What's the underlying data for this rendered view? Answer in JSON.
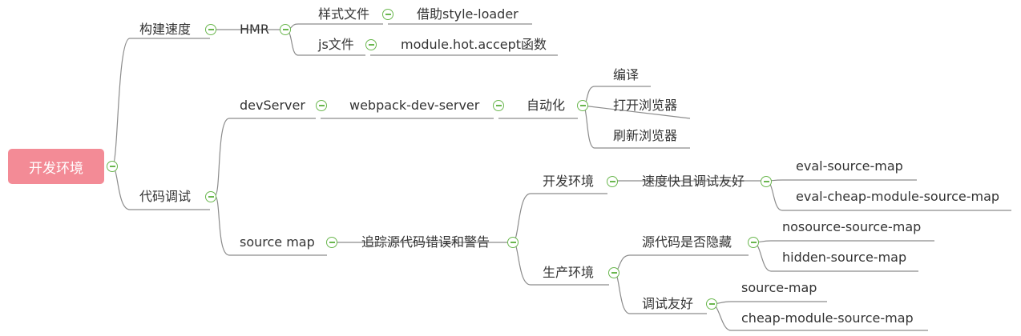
{
  "root": {
    "label": "开发环境"
  },
  "branches": {
    "build_speed": {
      "label": "构建速度",
      "hmr": {
        "label": "HMR",
        "style_files": {
          "label": "样式文件",
          "detail": "借助style-loader"
        },
        "js_files": {
          "label": "js文件",
          "detail": "module.hot.accept函数"
        }
      }
    },
    "code_debug": {
      "label": "代码调试",
      "dev_server": {
        "label": "devServer",
        "package": "webpack-dev-server",
        "automation": {
          "label": "自动化",
          "items": [
            "编译",
            "打开浏览器",
            "刷新浏览器"
          ]
        }
      },
      "source_map": {
        "label": "source map",
        "purpose": "追踪源代码错误和警告",
        "dev_env": {
          "label": "开发环境",
          "criterion": "速度快且调试友好",
          "options": [
            "eval-source-map",
            "eval-cheap-module-source-map"
          ]
        },
        "prod_env": {
          "label": "生产环境",
          "hide_source": {
            "label": "源代码是否隐藏",
            "options": [
              "nosource-source-map",
              "hidden-source-map"
            ]
          },
          "debug_friendly": {
            "label": "调试友好",
            "options": [
              "source-map",
              "cheap-module-source-map"
            ]
          }
        }
      }
    }
  },
  "colors": {
    "root_fill": "#F38B96",
    "line": "#8C8C8C",
    "toggle": "#6AB74E",
    "text": "#333333"
  }
}
